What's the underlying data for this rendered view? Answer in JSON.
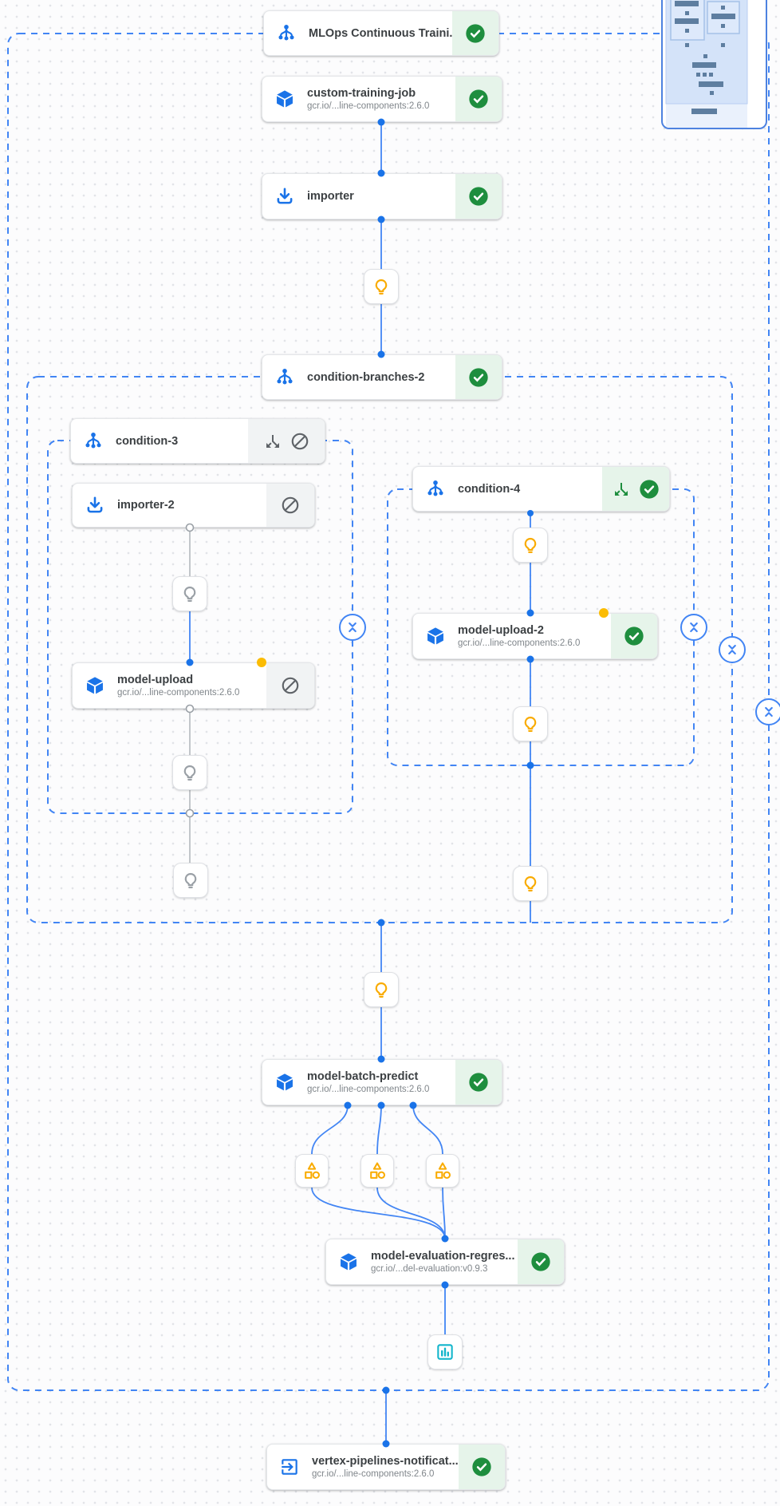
{
  "colors": {
    "edge_blue": "#4285f4",
    "icon_blue": "#1a73e8",
    "success_green": "#1e8e3e",
    "badge_green_bg": "#e6f4ea",
    "badge_gray_bg": "#f1f3f4",
    "skipped_gray": "#5f6368",
    "artifact_gray": "#9aa0a6",
    "artifact_yellow": "#f9ab00",
    "param_dot_yellow": "#fbbc04",
    "metrics_teal": "#12b5cb"
  },
  "icons": {
    "condition": "tree-branch-icon",
    "container": "cube-icon",
    "importer": "download-icon",
    "notification": "exit-arrow-icon",
    "parameter": "lightbulb-icon",
    "artifact": "shapes-icon",
    "metrics": "bar-chart-icon",
    "success": "check-circle-icon",
    "skipped": "blocked-icon",
    "branch_taken": "split-arrows-icon",
    "collapse": "unfold-less-icon"
  },
  "nodes": {
    "pipeline_header": {
      "title": "MLOps Continuous Traini...",
      "status": "succeeded"
    },
    "custom_training_job": {
      "title": "custom-training-job",
      "subtitle": "gcr.io/...line-components:2.6.0",
      "status": "succeeded"
    },
    "importer": {
      "title": "importer",
      "status": "succeeded"
    },
    "condition_branches_2": {
      "title": "condition-branches-2",
      "status": "succeeded"
    },
    "condition_3": {
      "title": "condition-3",
      "status": "skipped"
    },
    "importer_2": {
      "title": "importer-2",
      "status": "skipped"
    },
    "model_upload": {
      "title": "model-upload",
      "subtitle": "gcr.io/...line-components:2.6.0",
      "status": "skipped"
    },
    "condition_4": {
      "title": "condition-4",
      "status": "succeeded"
    },
    "model_upload_2": {
      "title": "model-upload-2",
      "subtitle": "gcr.io/...line-components:2.6.0",
      "status": "succeeded"
    },
    "model_batch_predict": {
      "title": "model-batch-predict",
      "subtitle": "gcr.io/...line-components:2.6.0",
      "status": "succeeded"
    },
    "model_evaluation_regres": {
      "title": "model-evaluation-regres...",
      "subtitle": "gcr.io/...del-evaluation:v0.9.3",
      "status": "succeeded"
    },
    "vertex_pipelines_notificat": {
      "title": "vertex-pipelines-notificat...",
      "subtitle": "gcr.io/...line-components:2.6.0",
      "status": "succeeded"
    }
  }
}
